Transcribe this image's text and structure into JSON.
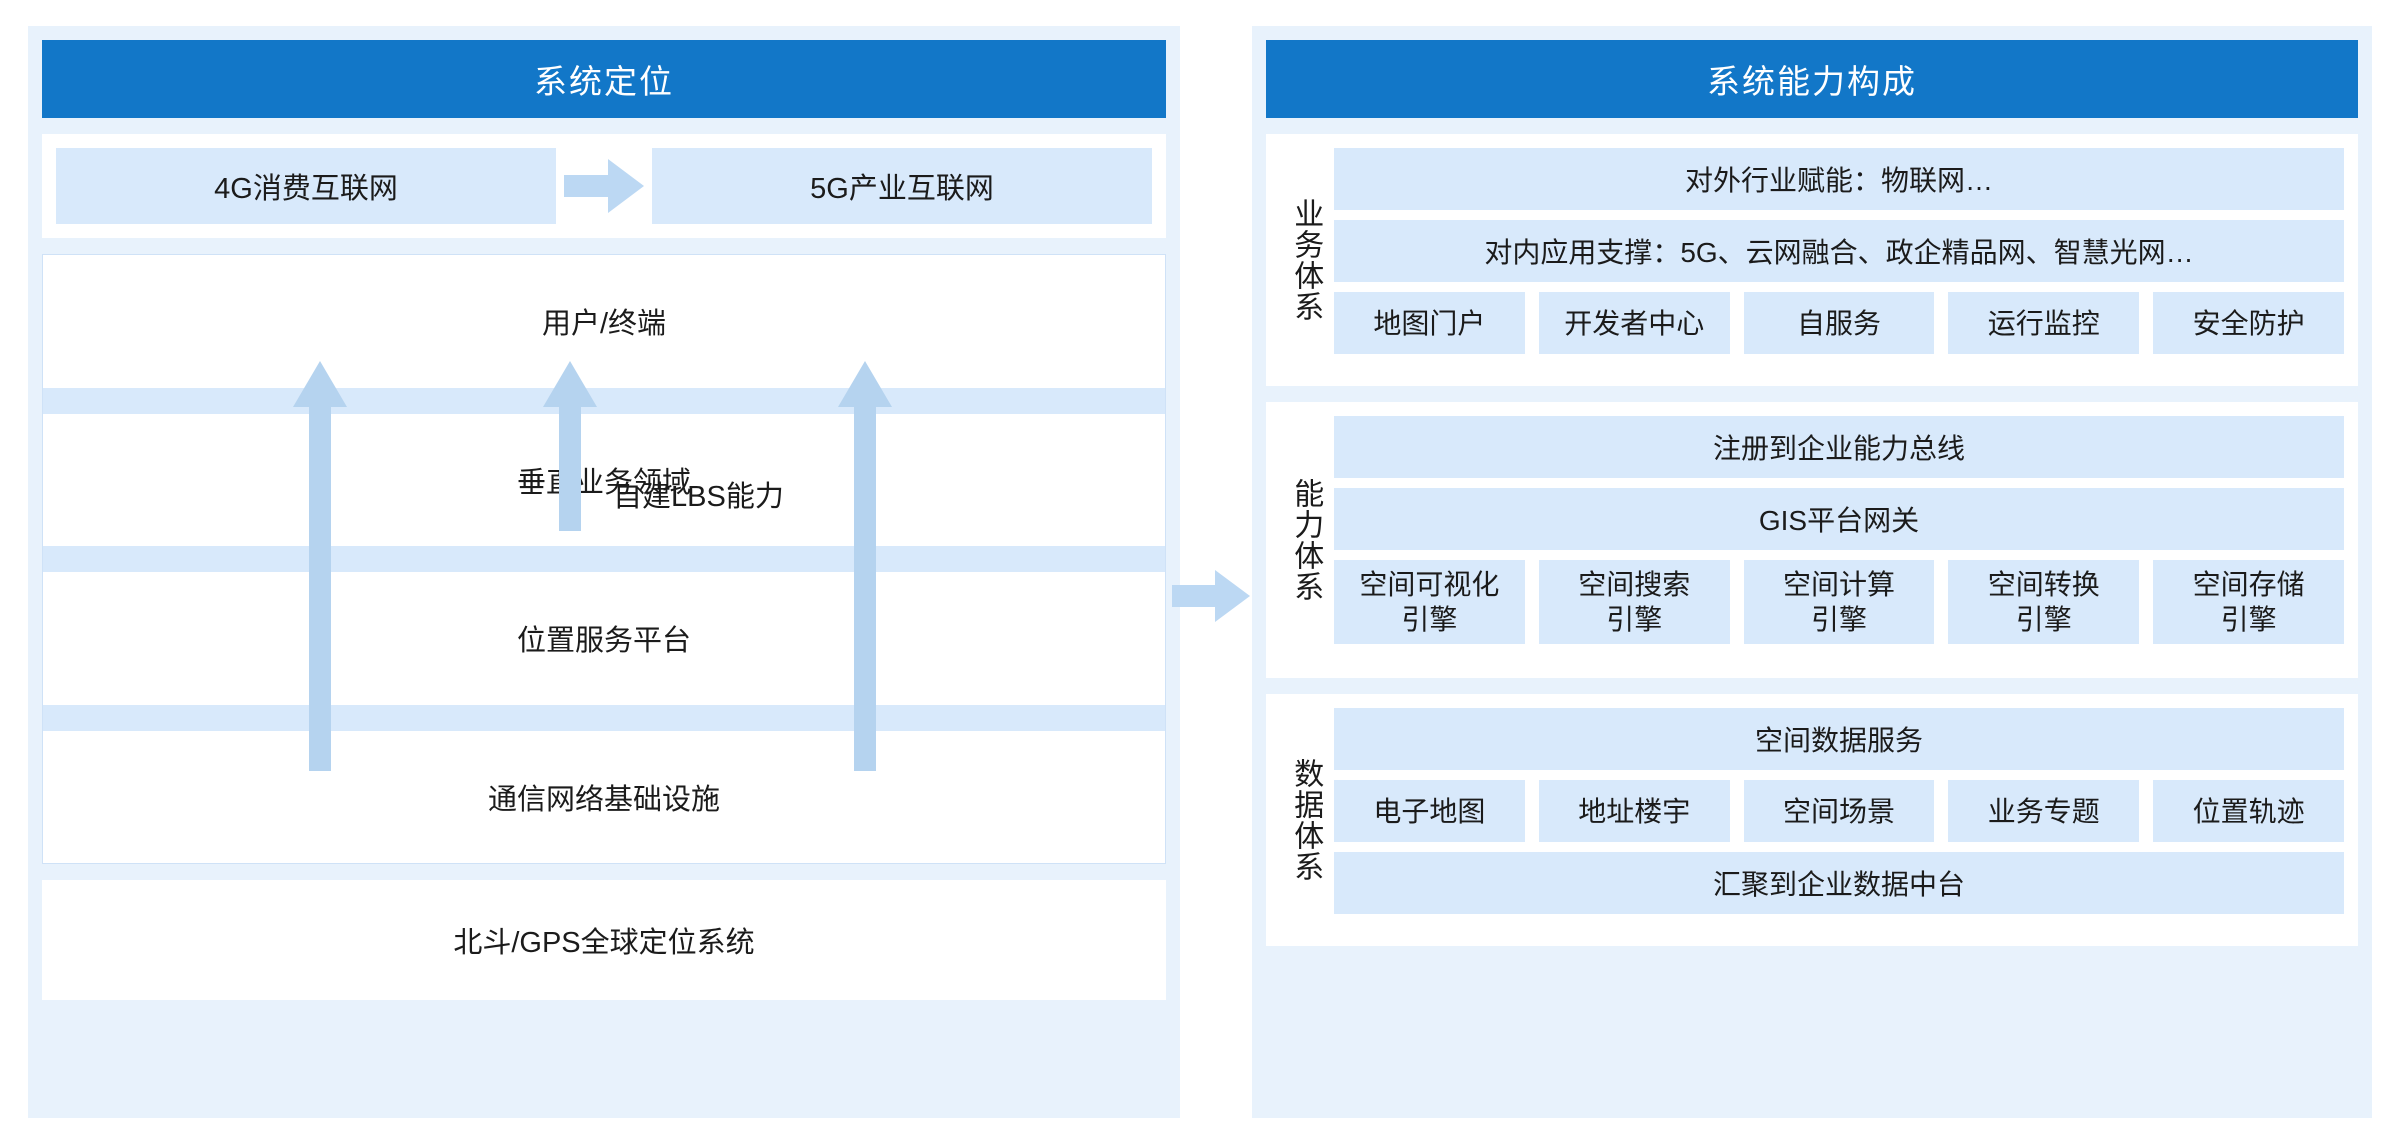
{
  "left_panel": {
    "title": "系统定位",
    "transition": {
      "from": "4G消费互联网",
      "to": "5G产业互联网",
      "arrow_icon": "right-arrow-icon"
    },
    "stack": {
      "layers": [
        "用户/终端",
        "垂直业务领域",
        "位置服务平台",
        "通信网络基础设施"
      ],
      "annotation": "自建LBS能力",
      "arrow_icon": "up-arrow-icon",
      "arrow_count": 3
    },
    "foundation": "北斗/GPS全球定位系统"
  },
  "connector": {
    "icon": "right-arrow-icon"
  },
  "right_panel": {
    "title": "系统能力构成",
    "sections": [
      {
        "label": "业务体系",
        "wide_rows_top": [
          "对外行业赋能：物联网…",
          "对内应用支撑：5G、云网融合、政企精品网、智慧光网…"
        ],
        "chips": [
          "地图门户",
          "开发者中心",
          "自服务",
          "运行监控",
          "安全防护"
        ],
        "wide_rows_bottom": []
      },
      {
        "label": "能力体系",
        "wide_rows_top": [
          "注册到企业能力总线",
          "GIS平台网关"
        ],
        "chips": [
          "空间可视化\n引擎",
          "空间搜索\n引擎",
          "空间计算\n引擎",
          "空间转换\n引擎",
          "空间存储\n引擎"
        ],
        "wide_rows_bottom": []
      },
      {
        "label": "数据体系",
        "wide_rows_top": [
          "空间数据服务"
        ],
        "chips": [
          "电子地图",
          "地址楼宇",
          "空间场景",
          "业务专题",
          "位置轨迹"
        ],
        "wide_rows_bottom": [
          "汇聚到企业数据中台"
        ]
      }
    ]
  },
  "colors": {
    "panel_bg": "#e8f2fc",
    "header_blue": "#1277c8",
    "chip_blue": "#d8e9fb",
    "arrow_blue": "#aecdeb",
    "card_white": "#ffffff"
  }
}
